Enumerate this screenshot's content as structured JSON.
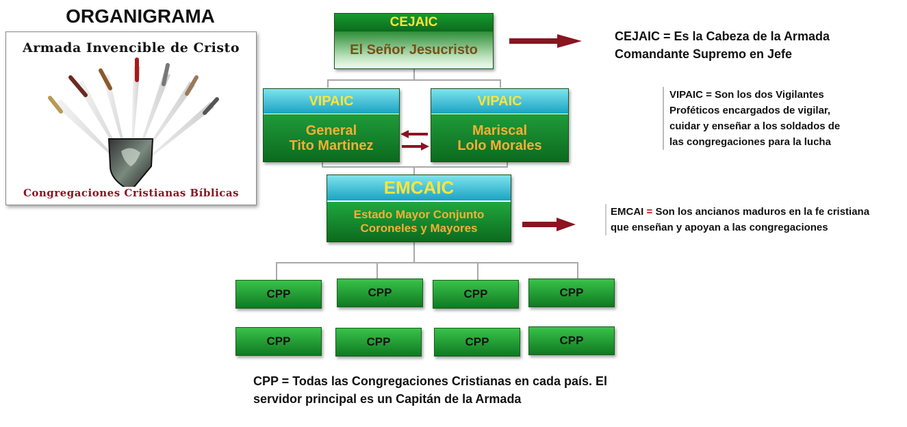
{
  "title": "ORGANIGRAMA",
  "logo": {
    "top_text": "Armada Invencible de Cristo",
    "bottom_text": "Congregaciones Cristianas Bíblicas"
  },
  "cejaic": {
    "header": "CEJAIC",
    "body": "El Señor Jesucristo"
  },
  "vipaic_left": {
    "header": "VIPAIC",
    "line1": "General",
    "line2": "Tito Martinez"
  },
  "vipaic_right": {
    "header": "VIPAIC",
    "line1": "Mariscal",
    "line2": "Lolo Morales"
  },
  "emcaic": {
    "header": "EMCAIC",
    "line1": "Estado Mayor Conjunto",
    "line2": "Coroneles y Mayores"
  },
  "cpp_boxes": [
    "CPP",
    "CPP",
    "CPP",
    "CPP",
    "CPP",
    "CPP",
    "CPP",
    "CPP"
  ],
  "notes": {
    "cejaic_line1": "CEJAIC = Es la Cabeza de la Armada",
    "cejaic_line2": "Comandante Supremo en Jefe",
    "vipaic": "VIPAIC = Son los dos Vigilantes Proféticos encargados de vigilar, cuidar y enseñar a los soldados de las congregaciones para la lucha",
    "emcai_key": "EMCAI",
    "emcai_eq": "=",
    "emcai_text": " Son los ancianos maduros en la fe cristiana que enseñan y apoyan a las congregaciones",
    "cpp": "CPP = Todas las Congregaciones Cristianas en cada país. El servidor principal es un Capitán de la Armada"
  },
  "colors": {
    "box_green": "#0c6a1d",
    "header_cyan": "#1aa3c2",
    "header_text_yellow": "#ffe43a",
    "body_text_orange": "#f5b035",
    "arrow_red": "#8a1420"
  }
}
